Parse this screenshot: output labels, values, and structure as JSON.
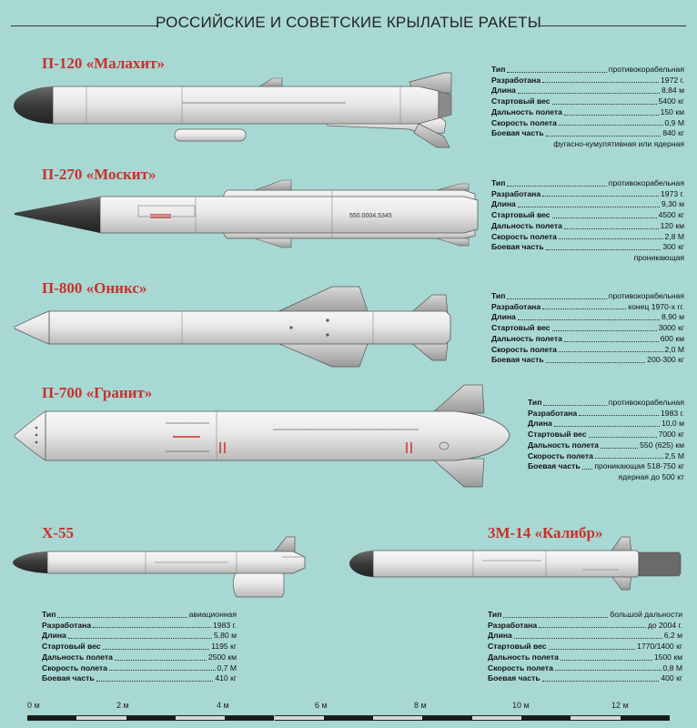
{
  "title": "РОССИЙСКИЕ И СОВЕТСКИЕ КРЫЛАТЫЕ РАКЕТЫ",
  "missiles": [
    {
      "name": "П-120 «Малахит»",
      "specs": [
        {
          "label": "Тип",
          "value": "противокорабельная"
        },
        {
          "label": "Разработана",
          "value": "1972 г."
        },
        {
          "label": "Длина",
          "value": "8,84 м"
        },
        {
          "label": "Стартовый вес",
          "value": "5400 кг"
        },
        {
          "label": "Дальность полета",
          "value": "150 км"
        },
        {
          "label": "Скорость полета",
          "value": "0,9 М"
        },
        {
          "label": "Боевая часть",
          "value": "840 кг"
        }
      ],
      "note": "фугасно-кумулятивная или ядерная"
    },
    {
      "name": "П-270 «Москит»",
      "marking": "550.0004.5345",
      "specs": [
        {
          "label": "Тип",
          "value": "противокорабельная"
        },
        {
          "label": "Разработана",
          "value": "1973 г."
        },
        {
          "label": "Длина",
          "value": "9,30 м"
        },
        {
          "label": "Стартовый вес",
          "value": "4500 кг"
        },
        {
          "label": "Дальность полета",
          "value": "120 км"
        },
        {
          "label": "Скорость полета",
          "value": "2,8 М"
        },
        {
          "label": "Боевая часть",
          "value": "300 кг"
        }
      ],
      "note": "проникающая"
    },
    {
      "name": "П-800 «Оникс»",
      "specs": [
        {
          "label": "Тип",
          "value": "противокорабельная"
        },
        {
          "label": "Разработана",
          "value": "конец 1970-х гг."
        },
        {
          "label": "Длина",
          "value": "8,90 м"
        },
        {
          "label": "Стартовый вес",
          "value": "3000 кг"
        },
        {
          "label": "Дальность полета",
          "value": "600 км"
        },
        {
          "label": "Скорость полета",
          "value": "2,0 М"
        },
        {
          "label": "Боевая часть",
          "value": "200-300 кг"
        }
      ]
    },
    {
      "name": "П-700 «Гранит»",
      "specs": [
        {
          "label": "Тип",
          "value": "противокорабельная"
        },
        {
          "label": "Разработана",
          "value": "1983 г."
        },
        {
          "label": "Длина",
          "value": "10,0 м"
        },
        {
          "label": "Стартовый вес",
          "value": "7000 кг"
        },
        {
          "label": "Дальность полета",
          "value": "550 (625) км"
        },
        {
          "label": "Скорость полета",
          "value": "2,5 М"
        },
        {
          "label": "Боевая часть",
          "value": "проникающая 518-750 кг"
        }
      ],
      "note": "ядерная до 500 кт"
    },
    {
      "name": "Х-55",
      "specs": [
        {
          "label": "Тип",
          "value": "авиационная"
        },
        {
          "label": "Разработана",
          "value": "1983 г."
        },
        {
          "label": "Длина",
          "value": "5,80 м"
        },
        {
          "label": "Стартовый вес",
          "value": "1195 кг"
        },
        {
          "label": "Дальность полета",
          "value": "2500  км"
        },
        {
          "label": "Скорость полета",
          "value": "0,7 М"
        },
        {
          "label": "Боевая часть",
          "value": "410 кг"
        }
      ]
    },
    {
      "name": "3М-14 «Калибр»",
      "specs": [
        {
          "label": "Тип",
          "value": "большой дальности"
        },
        {
          "label": "Разработана",
          "value": "до 2004 г."
        },
        {
          "label": "Длина",
          "value": "6,2 м"
        },
        {
          "label": "Стартовый вес",
          "value": "1770/1400 кг"
        },
        {
          "label": "Дальность полета",
          "value": "1500 км"
        },
        {
          "label": "Скорость полета",
          "value": "0,8 М"
        },
        {
          "label": "Боевая часть",
          "value": "400 кг"
        }
      ]
    }
  ],
  "scale": {
    "labels": [
      "0 м",
      "2 м",
      "4 м",
      "6 м",
      "8 м",
      "10 м",
      "12 м"
    ],
    "colors": [
      "#1a1a1a",
      "#d9d9d9"
    ]
  },
  "colors": {
    "background": "#a8d8d3",
    "missile_name": "#c8312c",
    "body": "#e6e6e6",
    "nose": "#3d3d3d"
  }
}
